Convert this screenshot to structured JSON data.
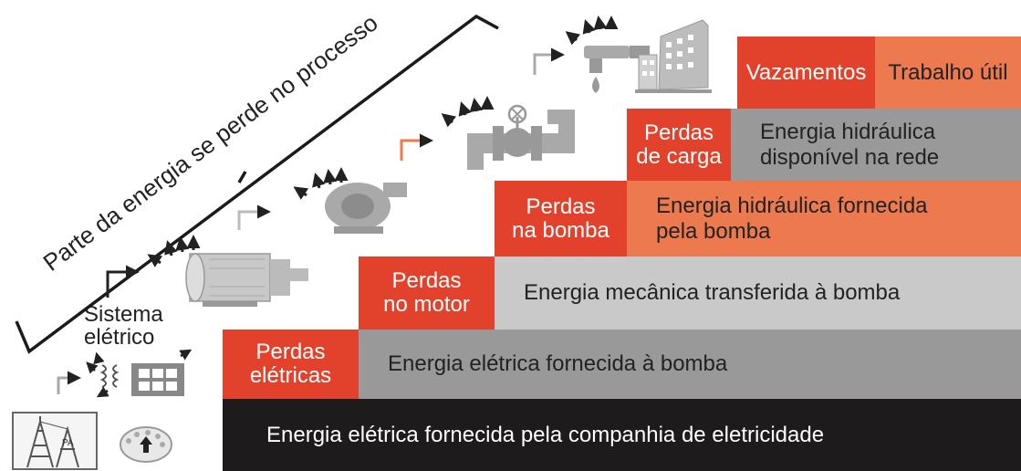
{
  "diagram": {
    "bracket_label": "Parte da energia se perde no processo",
    "system_label": "Sistema\nelétrico",
    "colors": {
      "loss": "#e2412b",
      "dark": "#1d1b1c",
      "gray_dark": "#999999",
      "gray_light": "#c9c9c9",
      "orange": "#ed7a4f",
      "icon_gray": "#9c9c9c"
    },
    "steps": [
      {
        "loss": "Perdas\nelétricas",
        "energy": "Energia elétrica fornecida à bomba"
      },
      {
        "loss": "Perdas\nno motor",
        "energy": "Energia mecânica transferida à bomba"
      },
      {
        "loss": "Perdas\nna bomba",
        "energy": "Energia hidráulica fornecida\npela bomba"
      },
      {
        "loss": "Perdas\nde carga",
        "energy": "Energia hidráulica\ndisponível na rede"
      },
      {
        "loss": "Vazamentos",
        "energy": "Trabalho útil"
      }
    ],
    "base": "Energia elétrica fornecida pela companhia de eletricidade",
    "icons": [
      "power-tower-icon",
      "electric-meter-icon",
      "transformer-icon",
      "panel-icon",
      "motor-icon",
      "pump-icon",
      "valve-pipe-icon",
      "faucet-icon",
      "building-icon",
      "arrow-icon",
      "heat-loss-icon"
    ]
  }
}
